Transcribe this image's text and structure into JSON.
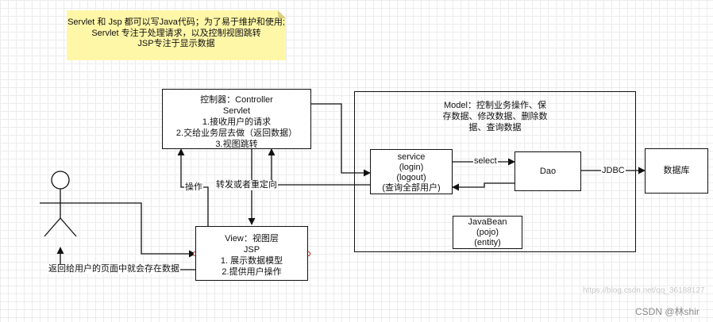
{
  "note": {
    "lines": [
      "Servlet 和 Jsp  都可以写Java代码；为了易于维护和使用;",
      "Servlet 专注于处理请求，以及控制视图跳转",
      "JSP专注于显示数据"
    ]
  },
  "controller": {
    "lines": [
      "控制器：Controller",
      "Servlet",
      "1.接收用户的请求",
      "2.交给业务层去做（返回数据）",
      "3.视图跳转"
    ]
  },
  "view": {
    "lines": [
      "View：视图层",
      "JSP",
      "1. 展示数据模型",
      "2.提供用户操作"
    ]
  },
  "model": {
    "lines": [
      "Model：控制业务操作、保",
      "存数据、修改数据、删除数",
      "据、查询数据"
    ]
  },
  "service": {
    "lines": [
      "service",
      "(login)",
      "(logout)",
      "(查询全部用户)"
    ]
  },
  "dao": {
    "label": "Dao"
  },
  "javabean": {
    "lines": [
      "JavaBean",
      "(pojo)",
      "(entity)"
    ]
  },
  "database": {
    "label": "数据库"
  },
  "edges": {
    "select": "select",
    "jdbc": "JDBC",
    "operate": "操作",
    "forward": "转发或者重定向",
    "return_page": "返回给用户的页面中就会存在数据"
  },
  "watermark": "https://blog.csdn.net/qq_36188127",
  "credit": "CSDN @林shir"
}
